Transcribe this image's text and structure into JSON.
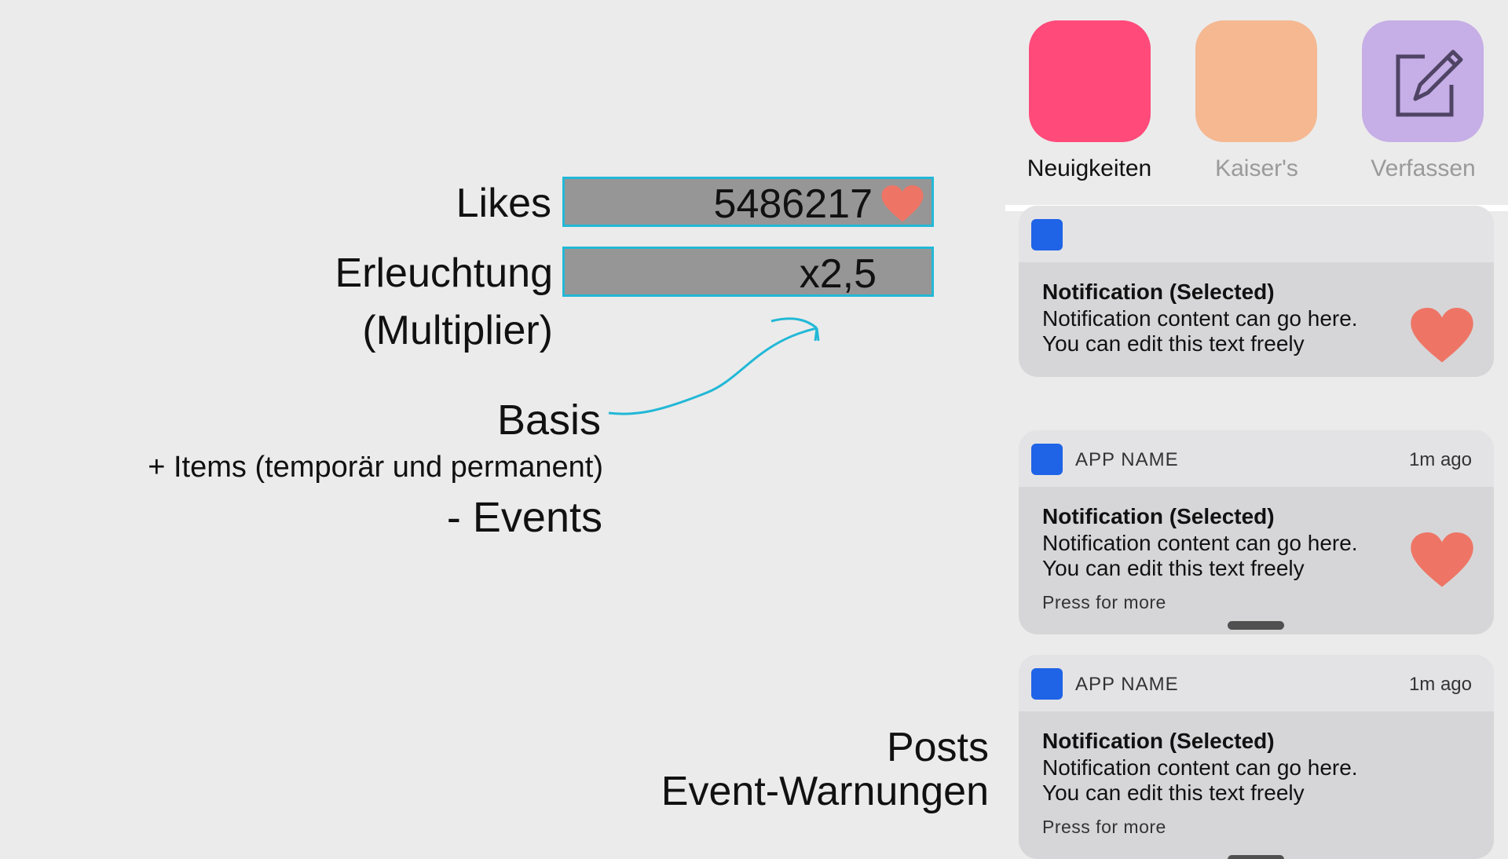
{
  "stats": {
    "likes_label": "Likes",
    "likes_value": "5486217",
    "multiplier_label": "Erleuchtung",
    "multiplier_sub": "(Multiplier)",
    "multiplier_value": "x2,5"
  },
  "basis": {
    "title": "Basis",
    "items": "+ Items (temporär und permanent)",
    "events": "- Events"
  },
  "posts": {
    "line1": "Posts",
    "line2": "Event-Warnungen"
  },
  "apps": [
    {
      "label": "Neuigkeiten",
      "color": "#ff4a7a"
    },
    {
      "label": "Kaiser's",
      "color": "#f5b891"
    },
    {
      "label": "Verfassen",
      "color": "#c6aee6",
      "icon": "compose-icon"
    }
  ],
  "notifications": [
    {
      "app_name": "",
      "time": "",
      "title": "Notification (Selected)",
      "line1": "Notification content can go here.",
      "line2": "You can edit this text freely",
      "more": ""
    },
    {
      "app_name": "APP NAME",
      "time": "1m ago",
      "title": "Notification (Selected)",
      "line1": "Notification content can go here.",
      "line2": "You can edit this text freely",
      "more": "Press for more"
    },
    {
      "app_name": "APP NAME",
      "time": "1m ago",
      "title": "Notification (Selected)",
      "line1": "Notification content can go here.",
      "line2": "You can edit this text freely",
      "more": "Press for more"
    }
  ],
  "colors": {
    "accent_cyan": "#22b8d6",
    "heart": "#ee7566",
    "app_icon_blue": "#1f63e6"
  }
}
